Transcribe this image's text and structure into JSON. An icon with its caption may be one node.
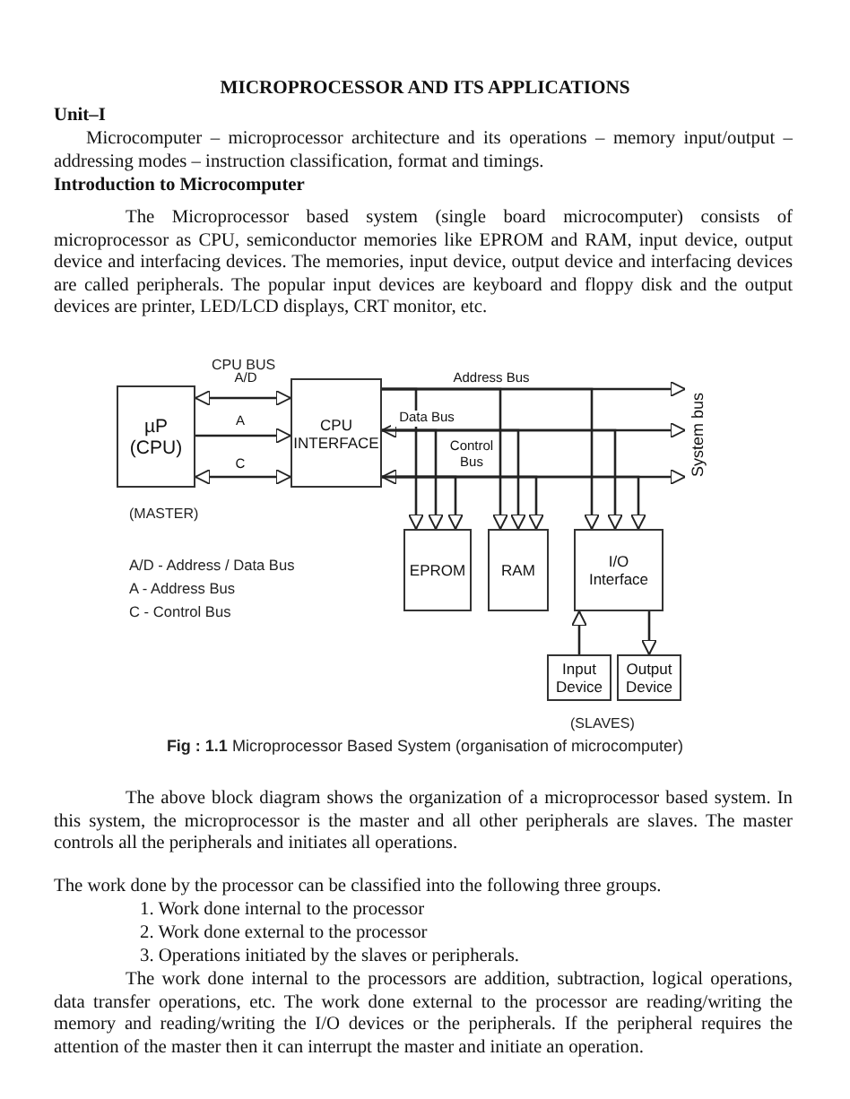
{
  "diagram": {
    "title": "MICROPROCESSOR AND ITS APPLICATIONS",
    "caption": "**Fig : 1.1** Microprocessor Based System (organisation of microcomputer)",
    "nodes": [
      {
        "text": [
          "µP (CPU)"
        ],
        "beside": [
          "(MASTER)"
        ]
      },
      {
        "text": [
          "CPU INTERFACE"
        ]
      },
      {
        "text": [
          "EPROM"
        ]
      },
      {
        "text": [
          "RAM"
        ]
      },
      {
        "text": [
          "I/O Interface"
        ]
      },
      {
        "text": [
          "Input Device"
        ]
      },
      {
        "text": [
          "Output Device"
        ]
      },
      {
        "text": [
          "System bus"
        ]
      }
    ],
    "edges": [
      {
        "from": 0,
        "to": 1,
        "arrow": "both",
        "label": "A/D"
      },
      {
        "from": 0,
        "to": 1,
        "arrow": "to",
        "label": "A"
      },
      {
        "from": 0,
        "to": 1,
        "arrow": "both",
        "label": "C"
      },
      {
        "from": 1,
        "to": 7,
        "arrow": "to",
        "label": "Address Bus"
      },
      {
        "from": 1,
        "to": 7,
        "arrow": "both",
        "label": "Data Bus"
      },
      {
        "from": 1,
        "to": 7,
        "arrow": "both",
        "label": "Control Bus"
      },
      {
        "from": 1,
        "to": 2,
        "arrow": "to"
      },
      {
        "from": 1,
        "to": 2,
        "arrow": "to"
      },
      {
        "from": 1,
        "to": 2,
        "arrow": "to"
      },
      {
        "from": 1,
        "to": 3,
        "arrow": "to"
      },
      {
        "from": 1,
        "to": 3,
        "arrow": "to"
      },
      {
        "from": 1,
        "to": 3,
        "arrow": "to"
      },
      {
        "from": 1,
        "to": 4,
        "arrow": "to"
      },
      {
        "from": 1,
        "to": 4,
        "arrow": "to"
      },
      {
        "from": 1,
        "to": 4,
        "arrow": "to"
      },
      {
        "from": 5,
        "to": 4,
        "arrow": "to"
      },
      {
        "from": 4,
        "to": 6,
        "arrow": "to"
      }
    ],
    "labels": [
      "Unit–I",
      "Microcomputer – microprocessor architecture and its operations – memory input/output – addressing modes – instruction classification, format and timings.",
      "Introduction to Microcomputer",
      "The Microprocessor based system (single board microcomputer) consists of microprocessor as CPU, semiconductor memories like EPROM and RAM, input device, output device and interfacing devices. The memories, input device, output device and interfacing devices are called peripherals. The popular input devices are keyboard and floppy disk and the output devices are printer, LED/LCD displays, CRT monitor, etc.",
      "CPU BUS",
      "A/D - Address / Data Bus",
      "A - Address Bus",
      "C - Control Bus",
      "(SLAVES)",
      "The above block diagram shows the organization of a microprocessor based system. In this system, the microprocessor is the master and all other peripherals are slaves. The master controls all the peripherals and initiates all operations.",
      "The work done by the processor can be classified into the following three groups.",
      "1. Work done internal to the processor",
      "2. Work done external to the processor",
      "3. Operations initiated by the slaves or peripherals.",
      "The work done internal to the processors are addition, subtraction, logical operations, data transfer operations, etc. The work done external to the processor are reading/writing the memory and reading/writing the I/O devices or the peripherals. If the peripheral requires the attention of the master then it can interrupt the master and initiate an operation."
    ]
  }
}
